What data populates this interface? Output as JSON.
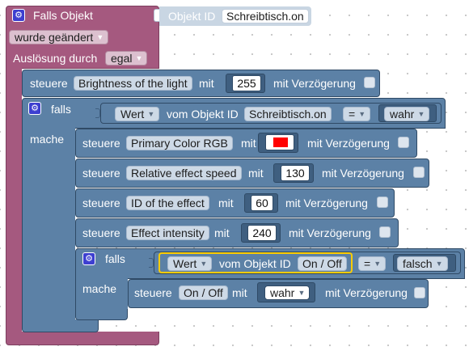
{
  "trigger": {
    "title": "Falls Objekt",
    "object_id_label": "Objekt ID",
    "object_id": "Schreibtisch.on",
    "changed_option": "wurde geändert",
    "ausloesung_label": "Auslösung durch",
    "ausloesung_option": "egal"
  },
  "common": {
    "steuere": "steuere",
    "mit": "mit",
    "delay": "mit Verzögerung",
    "falls": "falls",
    "mache": "mache",
    "wert": "Wert",
    "vom_objekt": "vom Objekt ID",
    "eq": "="
  },
  "steuere_brightness": {
    "target": "Brightness of the light",
    "value": "255"
  },
  "if_outer": {
    "object": "Schreibtisch.on",
    "compare": "wahr"
  },
  "steuere_color": {
    "target": "Primary Color RGB",
    "color": "#ff0000"
  },
  "steuere_speed": {
    "target": "Relative effect speed",
    "value": "130"
  },
  "steuere_effect": {
    "target": "ID of the effect",
    "value": "60"
  },
  "steuere_intensity": {
    "target": "Effect intensity",
    "value": "240"
  },
  "if_inner": {
    "object": "On / Off",
    "compare": "falsch"
  },
  "steuere_onoff": {
    "target": "On / Off",
    "value": "wahr"
  },
  "colors": {
    "trigger_block": "#a5597f",
    "action_block": "#5c81a6",
    "highlight": "#fccc00"
  }
}
